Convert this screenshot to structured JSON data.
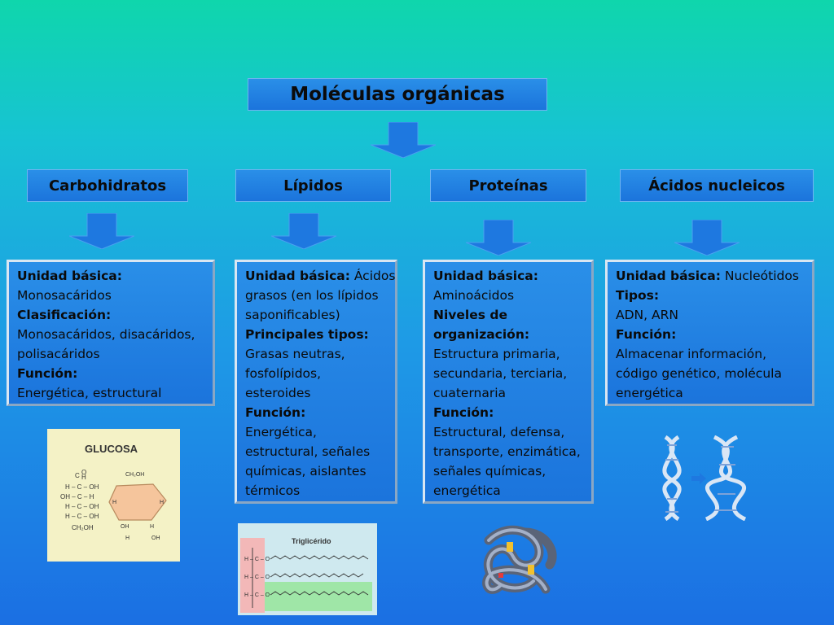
{
  "title": "Moléculas orgánicas",
  "categories": [
    {
      "name": "Carbohidratos",
      "lines": [
        {
          "bold": "Unidad básica:",
          "text": ""
        },
        {
          "bold": "",
          "text": "Monosacáridos"
        },
        {
          "bold": "Clasificación:",
          "text": ""
        },
        {
          "bold": "",
          "text": "Monosacáridos, disacáridos,"
        },
        {
          "bold": "",
          "text": "polisacáridos"
        },
        {
          "bold": "Función:",
          "text": ""
        },
        {
          "bold": "",
          "text": "Energética, estructural"
        }
      ],
      "image_label": "GLUCOSA"
    },
    {
      "name": "Lípidos",
      "lines": [
        {
          "bold": "Unidad básica:",
          "text": " Ácidos"
        },
        {
          "bold": "",
          "text": "grasos (en los lípidos"
        },
        {
          "bold": "",
          "text": "saponificables)"
        },
        {
          "bold": "Principales tipos:",
          "text": ""
        },
        {
          "bold": "",
          "text": "Grasas neutras,"
        },
        {
          "bold": "",
          "text": "fosfolípidos,"
        },
        {
          "bold": "",
          "text": "esteroides"
        },
        {
          "bold": "Función:",
          "text": ""
        },
        {
          "bold": "",
          "text": "Energética,"
        },
        {
          "bold": "",
          "text": "estructural, señales"
        },
        {
          "bold": "",
          "text": "químicas, aislantes"
        },
        {
          "bold": "",
          "text": "térmicos"
        }
      ],
      "image_label": "Triglicérido"
    },
    {
      "name": "Proteínas",
      "lines": [
        {
          "bold": "Unidad básica:",
          "text": ""
        },
        {
          "bold": "",
          "text": "Aminoácidos"
        },
        {
          "bold": "Niveles de",
          "text": ""
        },
        {
          "bold": "organización:",
          "text": ""
        },
        {
          "bold": "",
          "text": "Estructura primaria,"
        },
        {
          "bold": "",
          "text": "secundaria, terciaria,"
        },
        {
          "bold": "",
          "text": "cuaternaria"
        },
        {
          "bold": "Función:",
          "text": ""
        },
        {
          "bold": "",
          "text": "Estructural, defensa,"
        },
        {
          "bold": "",
          "text": "transporte, enzimática,"
        },
        {
          "bold": "",
          "text": "señales químicas,"
        },
        {
          "bold": "",
          "text": "energética"
        }
      ]
    },
    {
      "name": "Ácidos nucleicos",
      "lines": [
        {
          "bold": "Unidad básica:",
          "text": " Nucleótidos"
        },
        {
          "bold": "Tipos:",
          "text": ""
        },
        {
          "bold": "",
          "text": "ADN, ARN"
        },
        {
          "bold": "Función:",
          "text": ""
        },
        {
          "bold": "",
          "text": "Almacenar información,"
        },
        {
          "bold": "",
          "text": "código genético, molécula"
        },
        {
          "bold": "",
          "text": "energética"
        }
      ]
    }
  ]
}
